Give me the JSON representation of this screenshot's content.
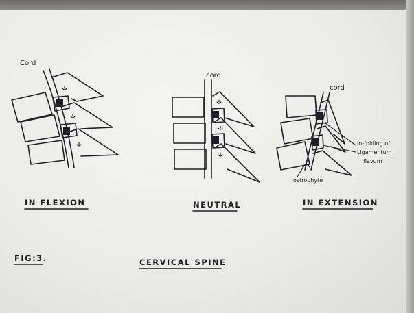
{
  "figure": {
    "fig_label": "FIG:3.",
    "title": "CERVICAL SPINE"
  },
  "panels": {
    "flexion": {
      "caption": "IN FLEXION",
      "cord_label": "Cord"
    },
    "neutral": {
      "caption": "NEUTRAL",
      "cord_label": "cord"
    },
    "extension": {
      "caption": "IN EXTENSION",
      "cord_label": "cord",
      "annotation_line1": "In-folding of",
      "annotation_line2": "Ligamentum",
      "annotation_line3": "flavum",
      "osteophyte_label": "ostrophyte"
    }
  }
}
